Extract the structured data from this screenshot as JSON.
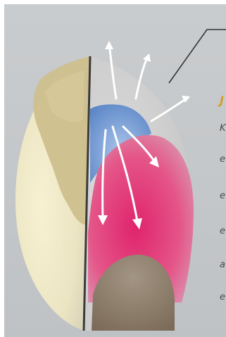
{
  "header": {
    "letter": "J"
  },
  "body_text_lines": [
    "K",
    "e",
    "e",
    "e",
    "a",
    "e"
  ],
  "colors": {
    "background": "#c6c9cb",
    "continent": "#cdbf8c",
    "left_hemisphere": "#efe8c8",
    "blue_dome": "#6f98d1",
    "pink_dome": "#e0457e",
    "inner_core": "#8e7b68",
    "arrows": "#ffffff",
    "header_letter": "#d89a2a",
    "leader_line": "#333333"
  }
}
